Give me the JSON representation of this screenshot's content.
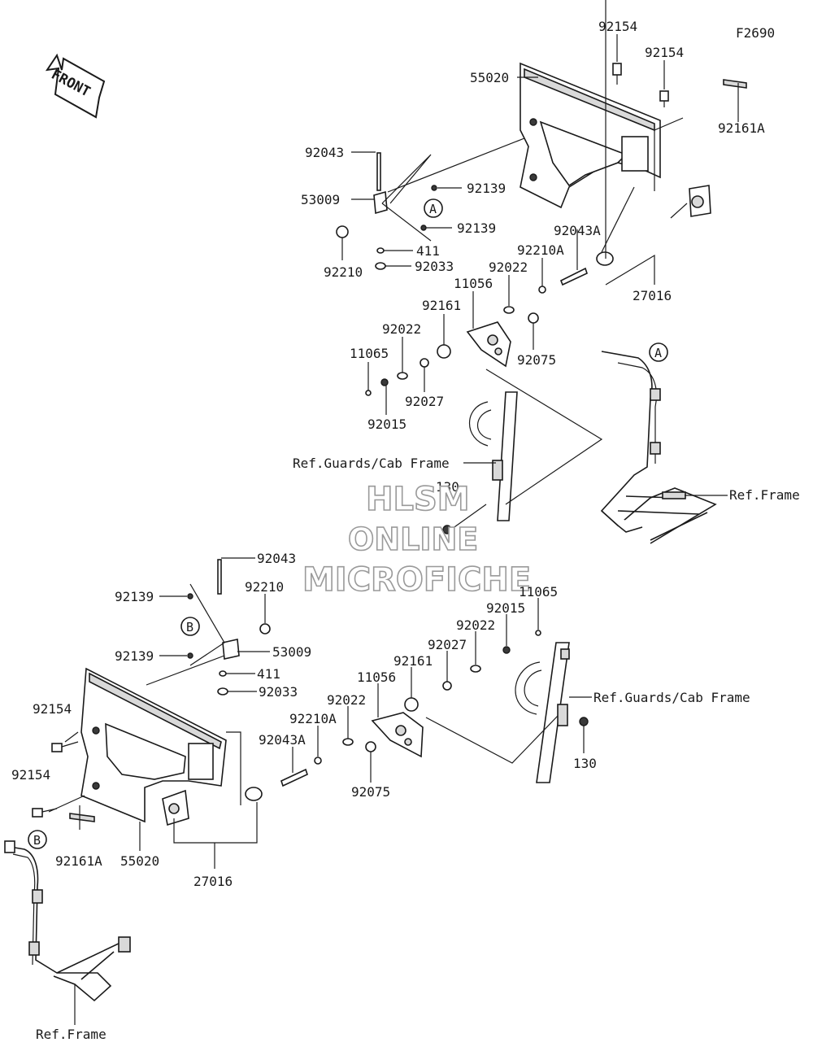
{
  "figure_code": "F2690",
  "front_label": "FRONT",
  "callouts": {
    "A": "A",
    "B": "B"
  },
  "watermark": {
    "line1": "HLSM",
    "line2": "ONLINE",
    "line3": "MICROFICHE"
  },
  "upper_labels": {
    "p92154_a": "92154",
    "p92154_b": "92154",
    "p55020": "55020",
    "p92161A": "92161A",
    "p92043": "92043",
    "p53009": "53009",
    "p92139_a": "92139",
    "p92139_b": "92139",
    "p92210": "92210",
    "p411": "411",
    "p92033": "92033",
    "p92043A": "92043A",
    "p92210A": "92210A",
    "p27016": "27016",
    "p92022_a": "92022",
    "p11056": "11056",
    "p92161": "92161",
    "p92022_b": "92022",
    "p11065": "11065",
    "p92075": "92075",
    "p92027": "92027",
    "p92015": "92015",
    "ref_guards": "Ref.Guards/Cab Frame",
    "p130": "130",
    "ref_frame": "Ref.Frame"
  },
  "lower_labels": {
    "p92043": "92043",
    "p92210": "92210",
    "p92139_a": "92139",
    "p53009": "53009",
    "p92139_b": "92139",
    "p411": "411",
    "p92033": "92033",
    "p11065": "11065",
    "p92015": "92015",
    "p92022_a": "92022",
    "p92027": "92027",
    "p92161": "92161",
    "p11056": "11056",
    "p92022_b": "92022",
    "ref_guards": "Ref.Guards/Cab Frame",
    "p92154_a": "92154",
    "p92210A": "92210A",
    "p92043A": "92043A",
    "p130": "130",
    "p92154_b": "92154",
    "p92075": "92075",
    "p92161A": "92161A",
    "p55020": "55020",
    "p27016": "27016",
    "ref_frame": "Ref.Frame"
  }
}
